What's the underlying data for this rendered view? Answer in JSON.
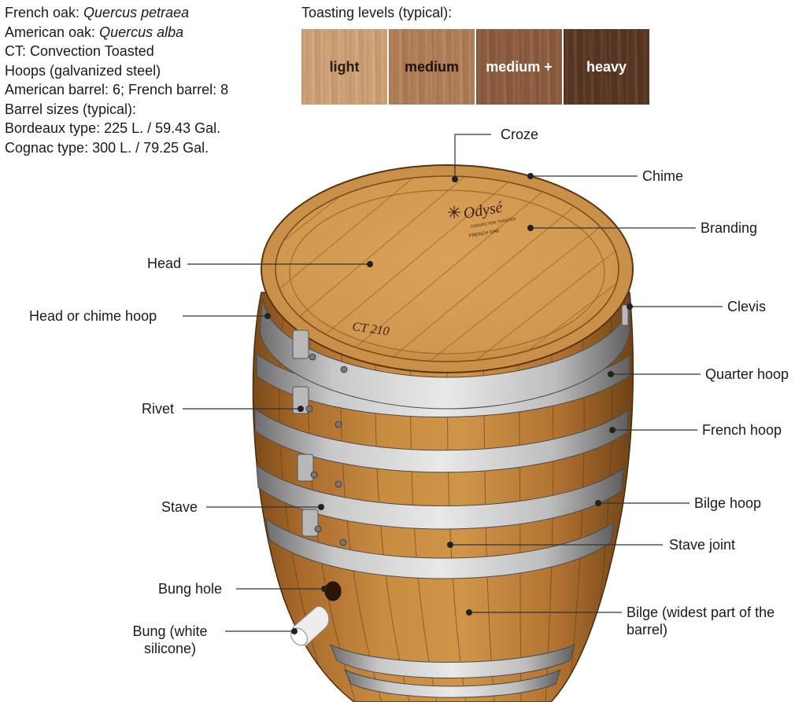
{
  "info": {
    "french_oak_prefix": "French oak: ",
    "french_oak_species": "Quercus petraea",
    "american_oak_prefix": "American oak: ",
    "american_oak_species": "Quercus alba",
    "ct_line": "CT: Convection Toasted",
    "hoops_line": "Hoops (galvanized steel)",
    "hoops_count_line": "American barrel: 6;  French barrel: 8",
    "sizes_heading": "Barrel sizes (typical):",
    "bordeaux_line": "Bordeaux type: 225 L. / 59.43 Gal.",
    "cognac_line": "Cognac type: 300 L. / 79.25 Gal."
  },
  "toasting": {
    "title": "Toasting levels (typical):",
    "levels": [
      {
        "label": "light",
        "color": "#d2a477",
        "text_color": "#2a1a0a"
      },
      {
        "label": "medium",
        "color": "#b48058",
        "text_color": "#1e1208"
      },
      {
        "label": "medium +",
        "color": "#8f5d3f",
        "text_color": "#ffffff"
      },
      {
        "label": "heavy",
        "color": "#5a3623",
        "text_color": "#ffffff"
      }
    ]
  },
  "barrel": {
    "brand_name": "Odysé",
    "brand_sub": "CONVECTION TOASTED",
    "brand_oak": "FRENCH OAK",
    "head_code": "CT 210",
    "wood_color": "#c48a3c",
    "hoop_color": "#a9a9a9"
  },
  "labels": {
    "croze": "Croze",
    "chime": "Chime",
    "branding": "Branding",
    "head": "Head",
    "head_hoop": "Head or chime hoop",
    "clevis": "Clevis",
    "quarter_hoop": "Quarter hoop",
    "rivet": "Rivet",
    "french_hoop": "French hoop",
    "stave": "Stave",
    "bilge_hoop": "Bilge hoop",
    "stave_joint": "Stave joint",
    "bung_hole": "Bung hole",
    "bilge": "Bilge (widest part of the barrel)",
    "bung": "Bung (white silicone)"
  }
}
